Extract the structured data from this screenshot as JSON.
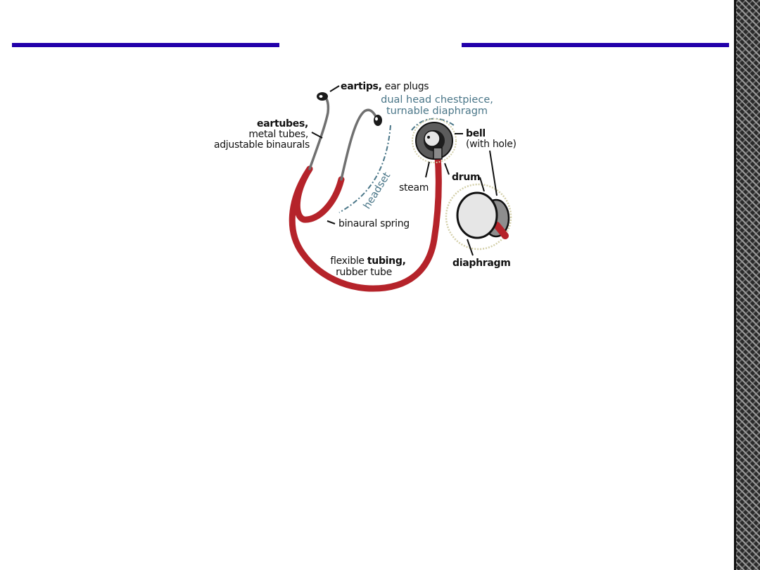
{
  "labels": {
    "eartips_bold": "eartips,",
    "eartips_rest": " ear plugs",
    "chestpiece_line1": "dual head chestpiece,",
    "chestpiece_line2": "turnable diaphragm",
    "eartubes_bold": "eartubes,",
    "eartubes_line2": "metal tubes,",
    "eartubes_line3": "adjustable binaurals",
    "bell_bold": "bell",
    "bell_line2": "(with hole)",
    "drum": "drum",
    "steam": "steam",
    "headset": "headset",
    "binaural_spring": "binaural spring",
    "tubing_pre": "flexible ",
    "tubing_bold": "tubing,",
    "tubing_line2": "rubber tube",
    "diaphragm": "diaphragm"
  },
  "colors": {
    "title_rule": "#2200aa",
    "tubing": "#b5232a",
    "metal": "#707070",
    "annotation": "#4a7688"
  }
}
